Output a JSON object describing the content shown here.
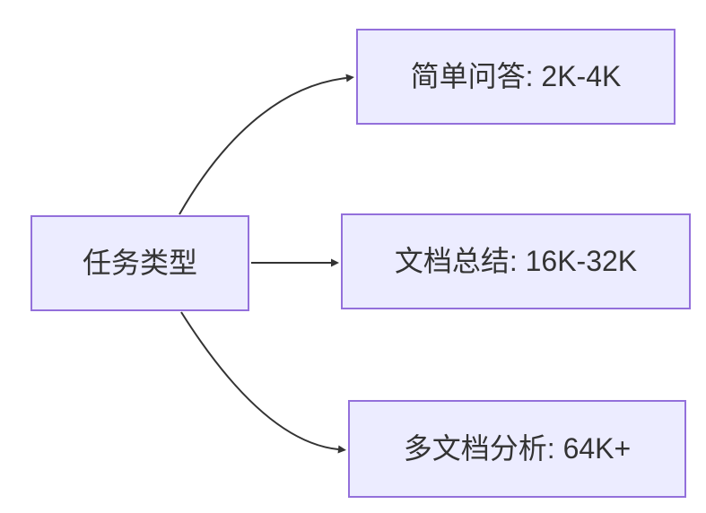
{
  "diagram": {
    "type": "flowchart-left-to-right",
    "colors": {
      "background": "#ffffff",
      "node_fill": "#ECECFF",
      "node_border": "#9370DB",
      "edge": "#333333",
      "text": "#333333"
    },
    "root": {
      "label": "任务类型"
    },
    "children": [
      {
        "label": "简单问答: 2K-4K"
      },
      {
        "label": "文档总结: 16K-32K"
      },
      {
        "label": "多文档分析: 64K+"
      }
    ],
    "edges": [
      {
        "from": "任务类型",
        "to": "简单问答: 2K-4K"
      },
      {
        "from": "任务类型",
        "to": "文档总结: 16K-32K"
      },
      {
        "from": "任务类型",
        "to": "多文档分析: 64K+"
      }
    ]
  }
}
